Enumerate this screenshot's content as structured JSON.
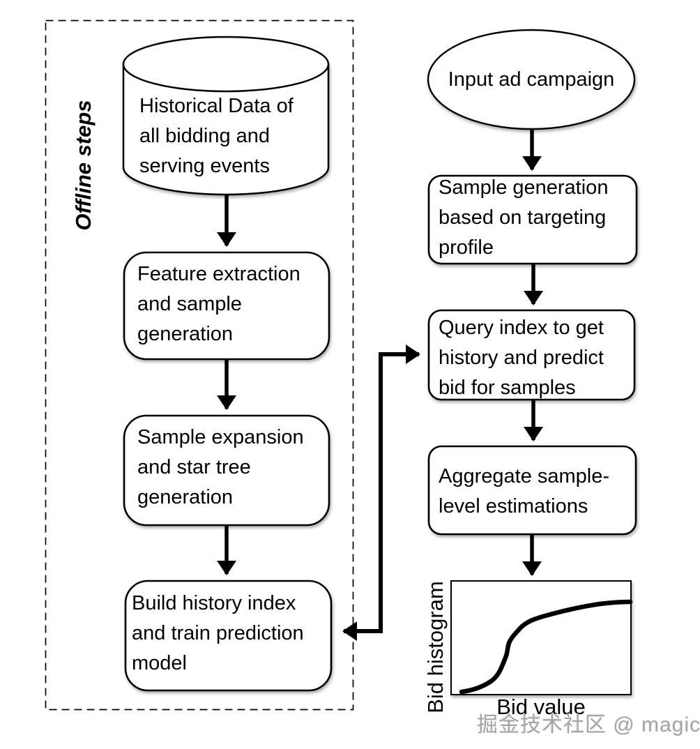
{
  "offline": {
    "label": "Offline steps",
    "historical_data": "Historical Data of\nall bidding and\nserving events",
    "feature_extraction": "Feature extraction\nand sample\ngeneration",
    "sample_expansion": "Sample expansion\nand star tree\ngeneration",
    "build_history": "Build history index\nand train prediction\nmodel"
  },
  "online": {
    "input_campaign": "Input ad campaign",
    "sample_generation": "Sample generation\nbased on targeting\nprofile",
    "query_index": "Query index to get\nhistory and predict\nbid for samples",
    "aggregate": "Aggregate sample-\nlevel estimations"
  },
  "chart_data": {
    "type": "line",
    "xlabel": "Bid value",
    "ylabel": "Bid histogram",
    "description": "Monotonically increasing S-shaped cumulative bid histogram curve, steep rise at low bid values then flattening toward a plateau",
    "x_norm": [
      0.06,
      0.16,
      0.24,
      0.3,
      0.33,
      0.37,
      0.43,
      0.55,
      0.72,
      0.88,
      1.0
    ],
    "y_norm": [
      0.02,
      0.05,
      0.12,
      0.32,
      0.46,
      0.58,
      0.67,
      0.74,
      0.78,
      0.8,
      0.81
    ],
    "grid": false,
    "legend": "none"
  },
  "edges": [
    {
      "from": "historical_data",
      "to": "feature_extraction"
    },
    {
      "from": "feature_extraction",
      "to": "sample_expansion"
    },
    {
      "from": "sample_expansion",
      "to": "build_history"
    },
    {
      "from": "input_campaign",
      "to": "sample_generation"
    },
    {
      "from": "sample_generation",
      "to": "query_index"
    },
    {
      "from": "query_index",
      "to": "aggregate"
    },
    {
      "from": "aggregate",
      "to": "bid_histogram_chart"
    },
    {
      "from": "build_history",
      "to": "query_index",
      "style": "double-headed elbow"
    }
  ],
  "watermark": "掘金技术社区 @ magicwt",
  "colors": {
    "stroke": "#000000",
    "background": "#ffffff",
    "watermark": "#a4a4a4"
  }
}
